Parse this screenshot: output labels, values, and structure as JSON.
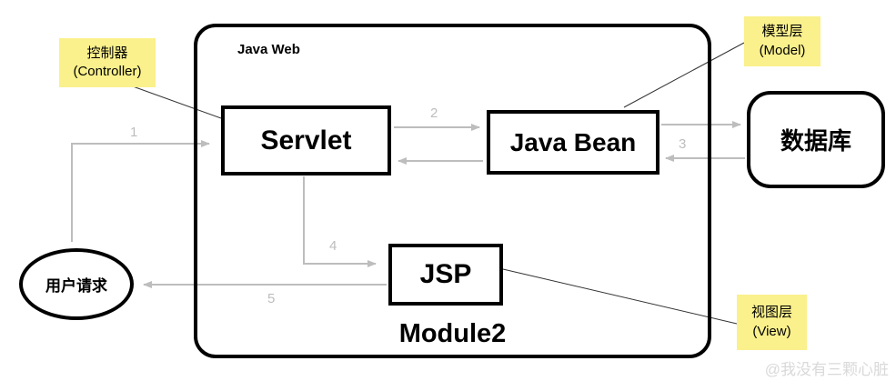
{
  "container": {
    "title": "Java Web",
    "module_label": "Module2"
  },
  "nodes": {
    "servlet": "Servlet",
    "java_bean": "Java Bean",
    "jsp": "JSP",
    "database": "数据库",
    "user_request": "用户请求"
  },
  "annotations": {
    "controller": {
      "line1": "控制器",
      "line2": "(Controller)"
    },
    "model": {
      "line1": "模型层",
      "line2": "(Model)"
    },
    "view": {
      "line1": "视图层",
      "line2": "(View)"
    }
  },
  "flow_steps": {
    "step1": "1",
    "step2": "2",
    "step3": "3",
    "step4": "4",
    "step5": "5"
  },
  "watermark": "@我没有三颗心脏",
  "colors": {
    "highlight_yellow": "#faf08c",
    "arrow_gray": "#bdbdbd",
    "border_black": "#000000",
    "watermark_gray": "#d9d9d9"
  }
}
